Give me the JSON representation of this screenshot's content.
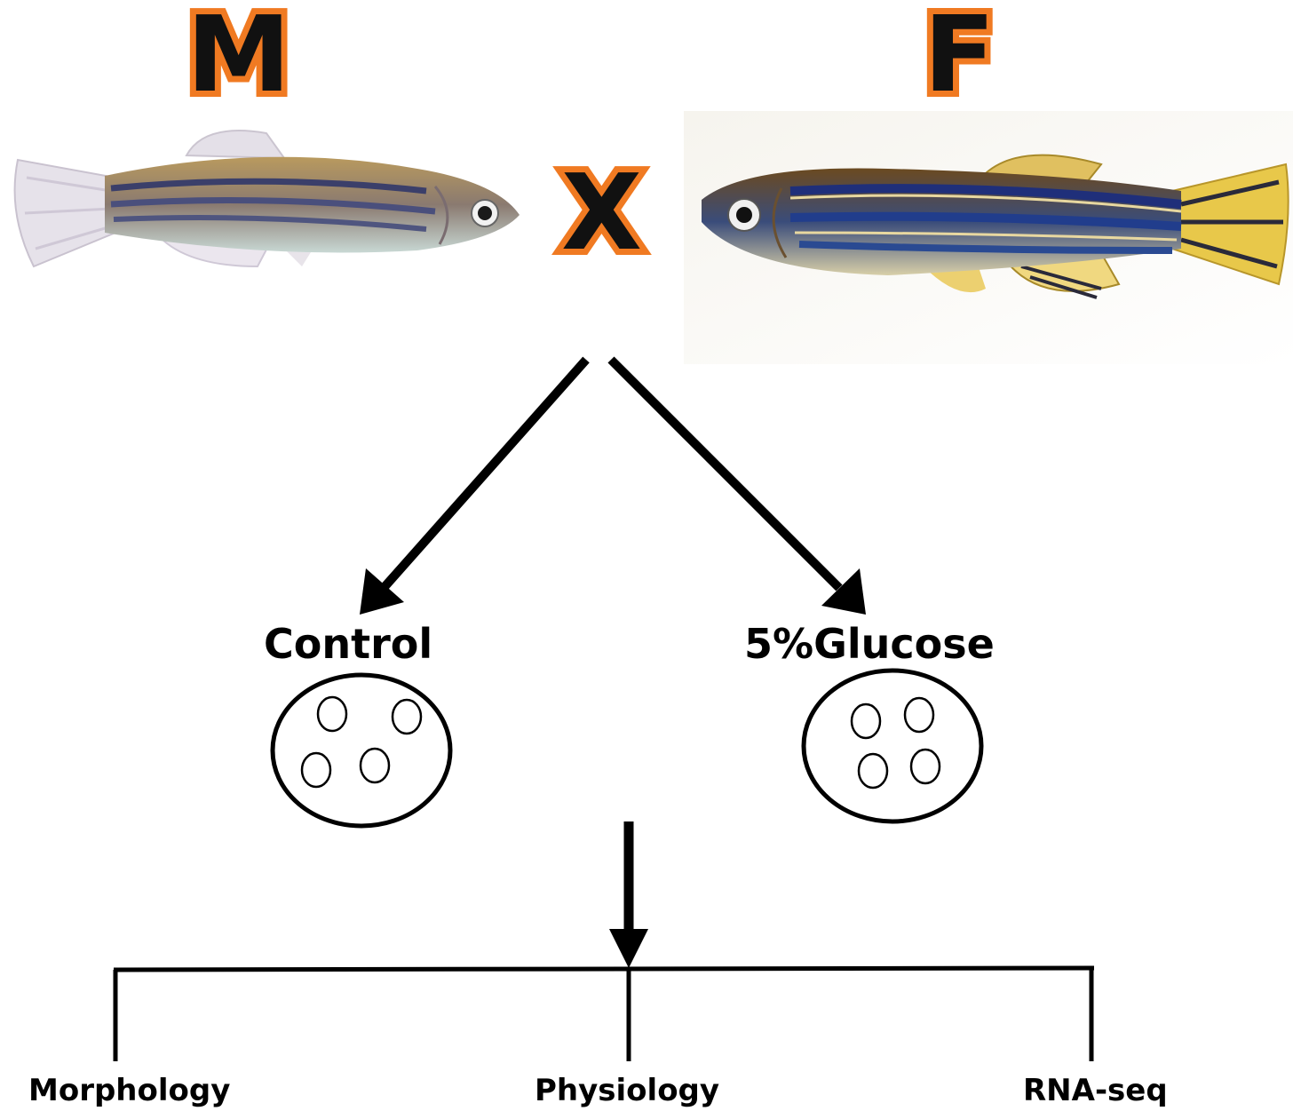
{
  "parents": {
    "male_label": "M",
    "female_label": "F",
    "cross_symbol": "X"
  },
  "groups": {
    "control_label": "Control",
    "glucose_label": "5%Glucose",
    "control_embryos": 4,
    "glucose_embryos": 4
  },
  "analyses": {
    "morphology": "Morphology",
    "physiology": "Physiology",
    "rnaseq": "RNA-seq"
  },
  "colors": {
    "label_outline": "#f07a22",
    "label_fill": "#111111",
    "lines": "#000000"
  }
}
